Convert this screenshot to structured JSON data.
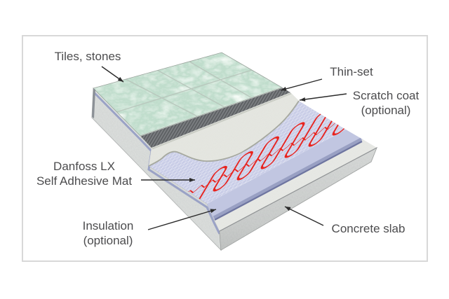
{
  "figure": {
    "type": "cutaway layer diagram",
    "subject": "Danfoss LX self adhesive heating mat floor build-up"
  },
  "labels": {
    "tiles": "Tiles, stones",
    "thinset": "Thin-set",
    "scratch_line1": "Scratch coat",
    "scratch_line2": "(optional)",
    "mat_line1": "Danfoss LX",
    "mat_line2": "Self Adhesive Mat",
    "insulation_line1": "Insulation",
    "insulation_line2": "(optional)",
    "concrete": "Concrete slab"
  },
  "layers_top_to_bottom": [
    "Tiles, stones",
    "Thin-set",
    "Scratch coat (optional)",
    "Danfoss LX Self Adhesive Mat",
    "Insulation (optional)",
    "Concrete slab"
  ],
  "colors": {
    "cable_red": "#e8231e",
    "mat_lavender": "#c9cde7",
    "insulation_lavender": "#c1c6e1",
    "insulation_edge": "#6e75a0",
    "tile_green": "#8ab89b",
    "thinset_gray": "#7a7d80",
    "scratch_gray": "#d8dad0",
    "concrete_gray": "#c9cccb",
    "label_text": "#4c4c4e",
    "frame_border": "#d8d8d8"
  }
}
